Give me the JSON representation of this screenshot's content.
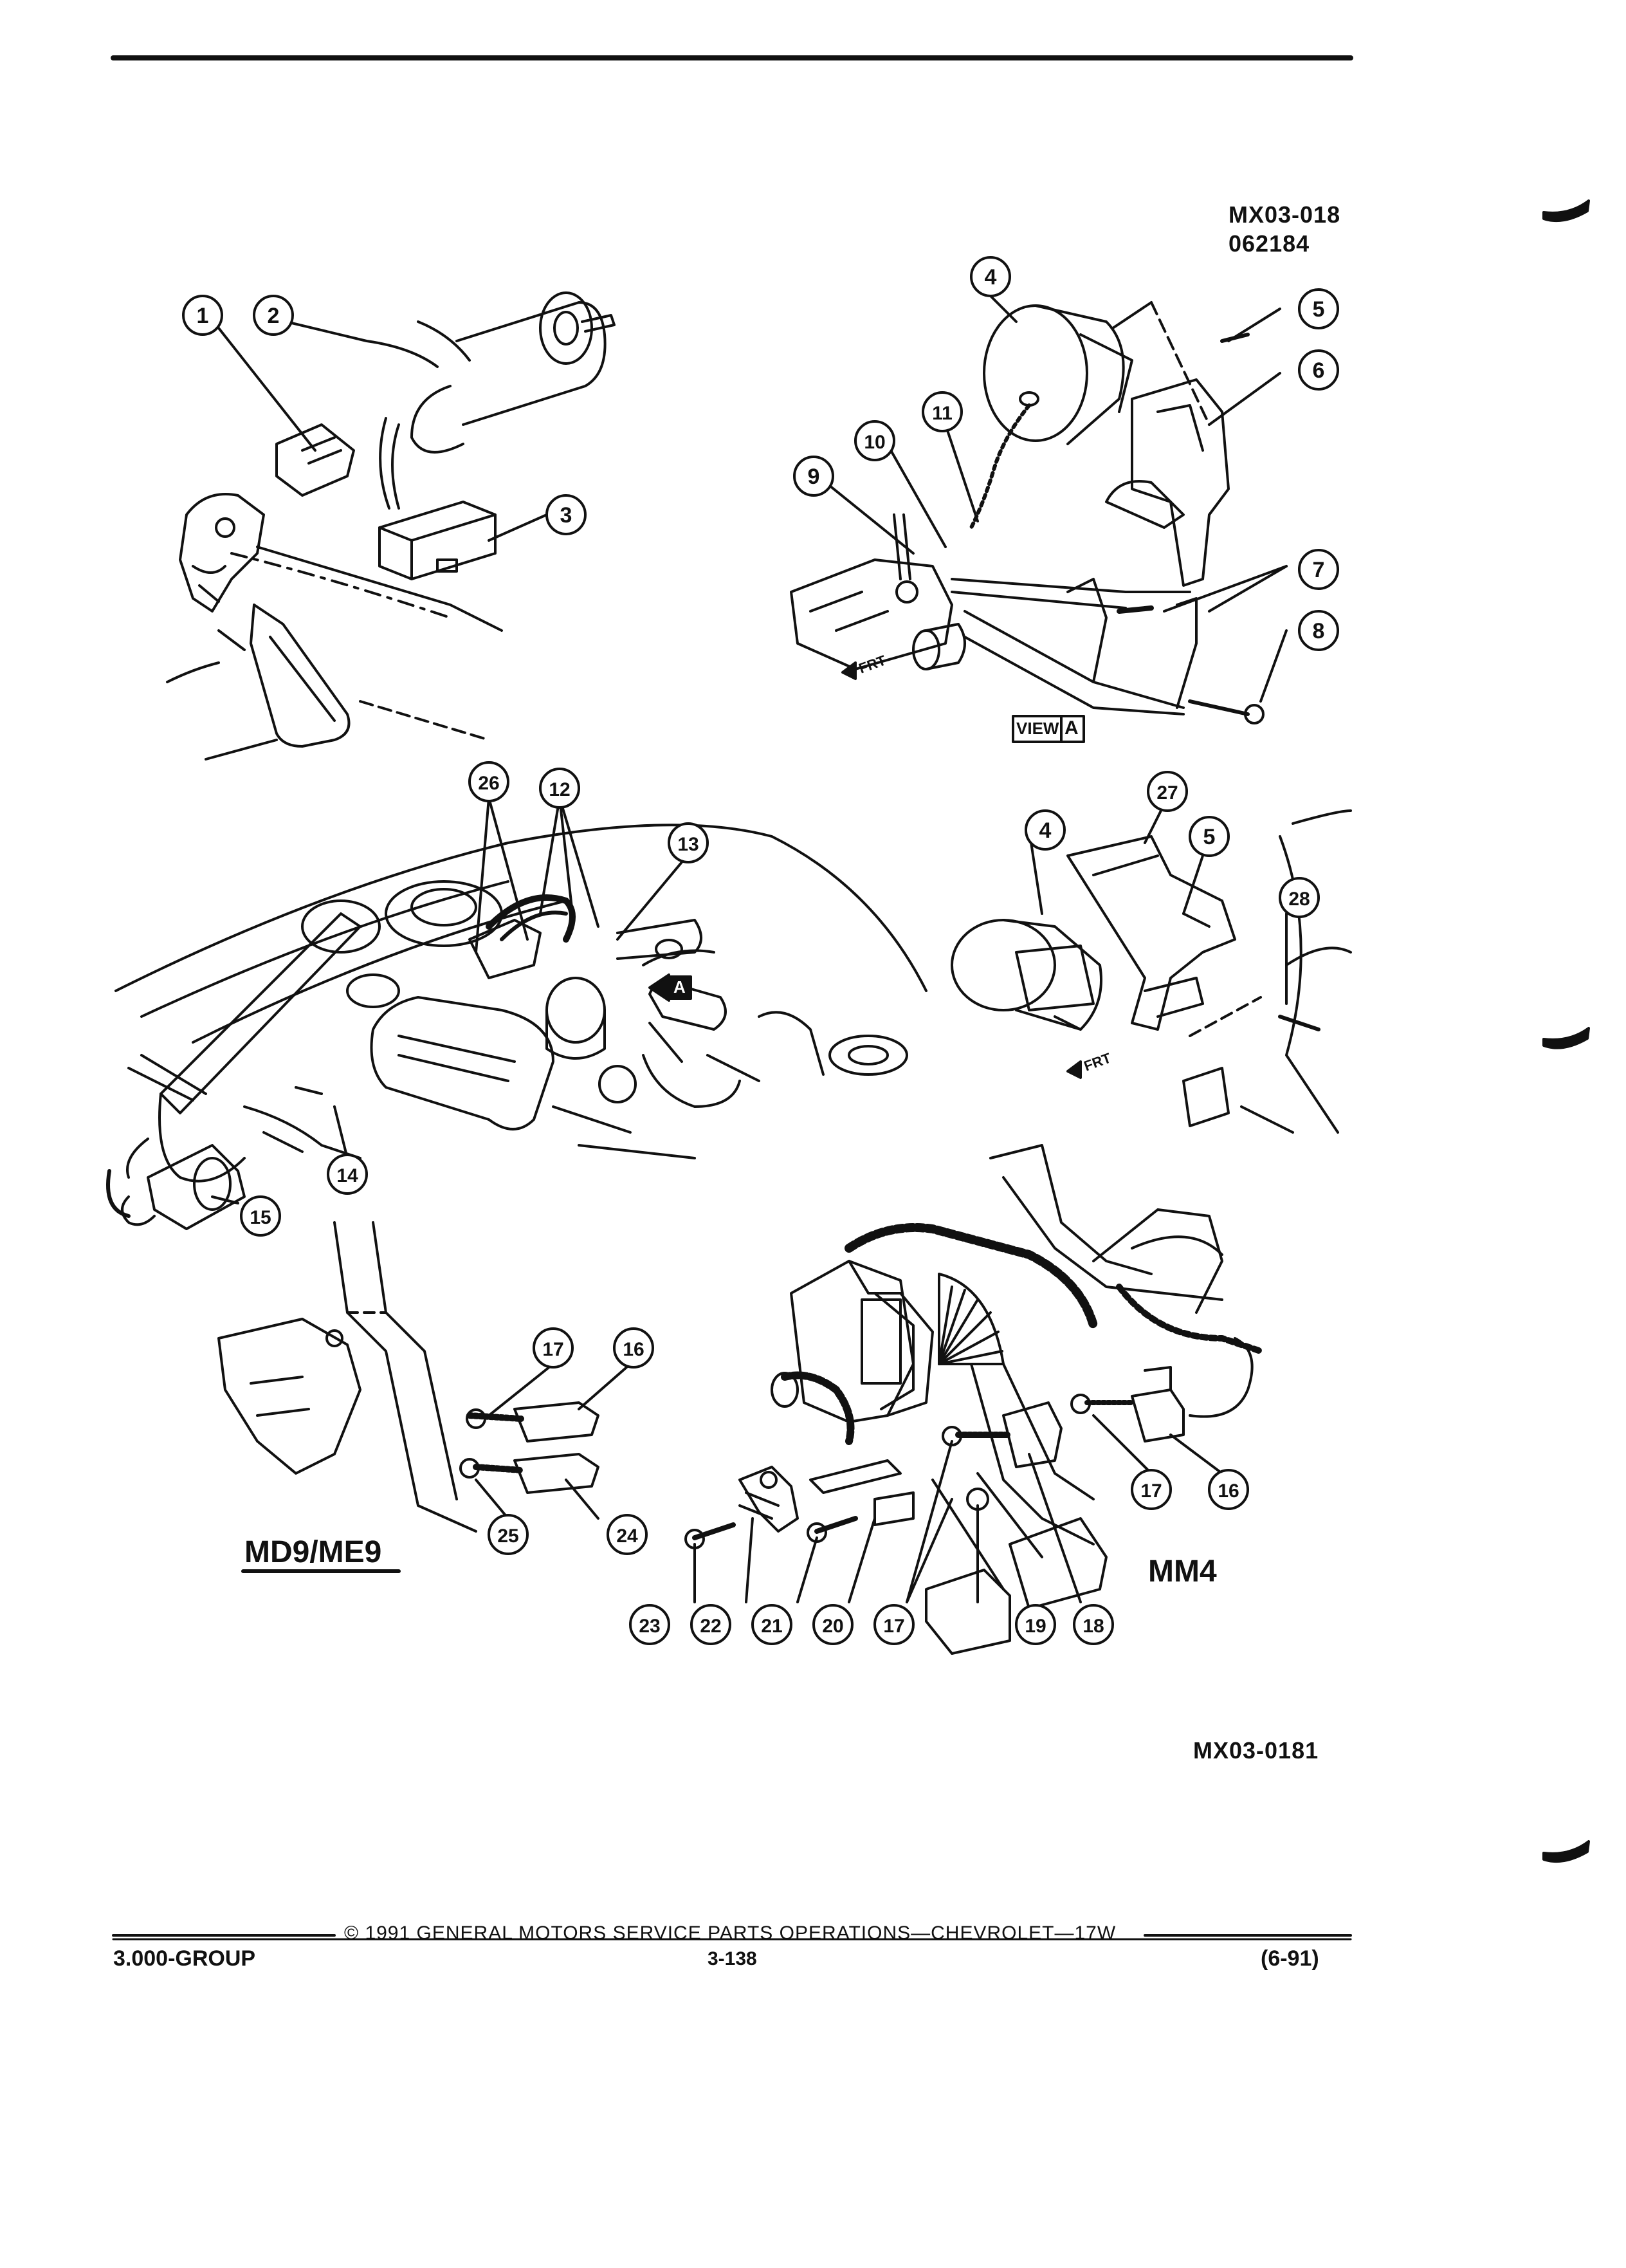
{
  "figure_codes": {
    "top": "MX03-018",
    "top_date": "062184",
    "bottom": "MX03-0181"
  },
  "view_label": "VIEW",
  "view_letter": "A",
  "arrow_letter": "A",
  "frt_label": "FRT",
  "variant_labels": {
    "left": "MD9/ME9",
    "right": "MM4"
  },
  "callouts": {
    "c1": "1",
    "c2": "2",
    "c3": "3",
    "c4a": "4",
    "c5a": "5",
    "c6": "6",
    "c7": "7",
    "c8": "8",
    "c9": "9",
    "c10": "10",
    "c11": "11",
    "c26": "26",
    "c12": "12",
    "c13": "13",
    "c4b": "4",
    "c27": "27",
    "c5b": "5",
    "c28": "28",
    "c14": "14",
    "c15": "15",
    "c17a": "17",
    "c16a": "16",
    "c25": "25",
    "c24": "24",
    "c17b": "17",
    "c16b": "16",
    "c23": "23",
    "c22": "22",
    "c21": "21",
    "c20": "20",
    "c17c": "17",
    "c19": "19",
    "c18": "18"
  },
  "footer": {
    "copyright": "© 1991 GENERAL MOTORS SERVICE PARTS OPERATIONS—CHEVROLET—17W",
    "group": "3.000-GROUP",
    "page": "3-138",
    "date": "(6-91)"
  }
}
